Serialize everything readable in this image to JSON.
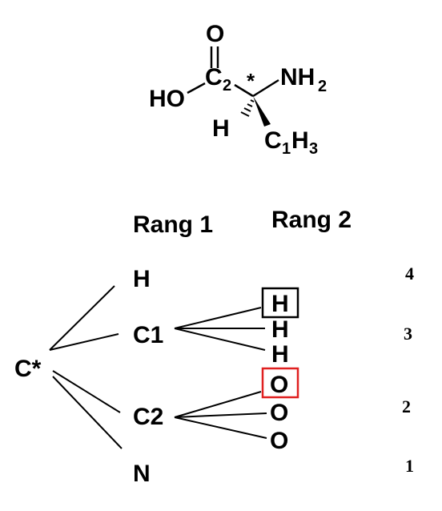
{
  "molecule": {
    "carbonyl_oxygen": "O",
    "hydroxyl": "HO",
    "carboxyl_carbon": "C",
    "carboxyl_carbon_sub": "2",
    "stereo_marker": "*",
    "amine": "NH",
    "amine_sub": "2",
    "hydrogen": "H",
    "methyl_c": "C",
    "methyl_c_sub": "1",
    "methyl_h": "H",
    "methyl_h_sub": "3"
  },
  "table": {
    "header_rank1": "Rang 1",
    "header_rank2": "Rang 2",
    "center": "C*",
    "rank1": [
      "H",
      "C1",
      "C2",
      "N"
    ],
    "rank2_c1": [
      "H",
      "H",
      "H"
    ],
    "rank2_c2": [
      "O",
      "O",
      "O"
    ],
    "priorities": [
      "4",
      "3",
      "2",
      "1"
    ],
    "highlight_colors": {
      "c1_box": "#000000",
      "c2_box": "#e02020"
    }
  }
}
